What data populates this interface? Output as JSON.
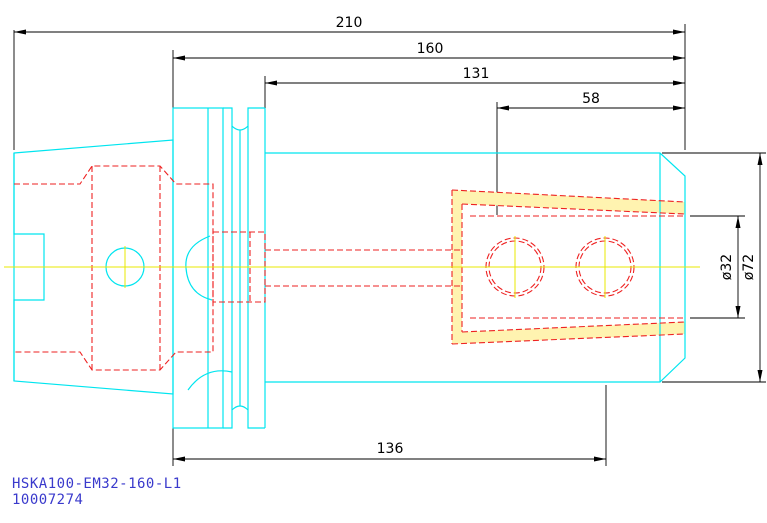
{
  "drawing": {
    "part_name": "HSKA100-EM32-160-L1",
    "part_number": "10007274",
    "dimensions": {
      "overall_length": "210",
      "flange_to_end": "160",
      "body_length": "131",
      "bore_depth": "58",
      "flange_to_bore_end": "136",
      "bore_diameter": "ø32",
      "body_diameter": "ø72"
    },
    "colors": {
      "outline": "#00e5ef",
      "hidden_lines": "#ee2222",
      "centerline": "#e8e800",
      "dimension_lines": "#000000",
      "title_text": "#3a3acc",
      "collet_fill": "#fff3b0"
    }
  }
}
